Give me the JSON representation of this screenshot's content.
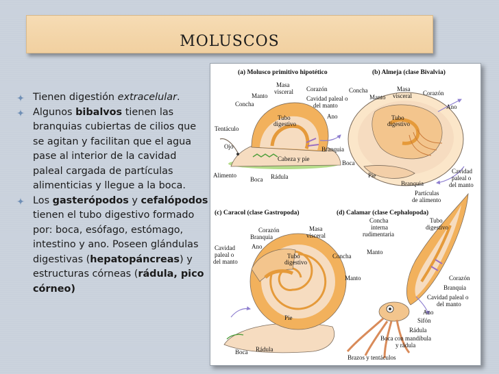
{
  "slide": {
    "title": "MOLUSCOS",
    "bullets": [
      {
        "parts": [
          {
            "t": "Tienen digestión ",
            "s": "n"
          },
          {
            "t": "extracelular",
            "s": "i"
          },
          {
            "t": ".",
            "s": "n"
          }
        ]
      },
      {
        "parts": [
          {
            "t": "Algunos ",
            "s": "n"
          },
          {
            "t": "bibalvos",
            "s": "b"
          },
          {
            "t": " tienen las branquias cubiertas de cilios que se agitan y facilitan que el agua pase al interior de la cavidad paleal cargada de partículas alimenticias y llegue a la boca.",
            "s": "n"
          }
        ]
      },
      {
        "parts": [
          {
            "t": "Los ",
            "s": "n"
          },
          {
            "t": "gasterópodos",
            "s": "b"
          },
          {
            "t": " y ",
            "s": "n"
          },
          {
            "t": "cefalópodos",
            "s": "b"
          },
          {
            "t": " tienen el tubo digestivo formado por: boca, esófago, estómago, intestino y ano. Poseen glándulas digestivas (",
            "s": "n"
          },
          {
            "t": "hepatopáncreas",
            "s": "b"
          },
          {
            "t": ") y estructuras córneas (",
            "s": "n"
          },
          {
            "t": "rádula, pico córneo)",
            "s": "b"
          }
        ]
      }
    ]
  },
  "figure": {
    "panels": {
      "a": "(a) Molusco primitivo hipotético",
      "b": "(b) Almeja (clase Bivalvia)",
      "c": "(c) Caracol (clase Gastropoda)",
      "d": "(d) Calamar (clase Cephalopoda)"
    },
    "labels_a": {
      "manto": "Manto",
      "masa": "Masa",
      "visceral": "visceral",
      "corazon": "Corazón",
      "concha": "Concha",
      "cavidad1": "Cavidad paleal o",
      "cavidad2": "del manto",
      "tubo1": "Tubo",
      "tubo2": "digestivo",
      "ano": "Ano",
      "tentaculo": "Tentáculo",
      "ojo": "Ojo",
      "branquia": "Branquia",
      "cabeza": "Cabeza y pie",
      "alimento": "Alimento",
      "boca": "Boca",
      "radula": "Rádula"
    },
    "labels_b": {
      "concha": "Concha",
      "manto": "Manto",
      "masa": "Masa",
      "visceral": "visceral",
      "corazon": "Corazón",
      "ano": "Ano",
      "tubo1": "Tubo",
      "tubo2": "digestivo",
      "boca": "Boca",
      "pie": "Pie",
      "branquia": "Branquia",
      "cav1": "Cavidad",
      "cav2": "paleal o",
      "cav3": "del manto",
      "part1": "Partículas",
      "part2": "de alimento"
    },
    "labels_c": {
      "corazon": "Corazón",
      "branquia": "Branquia",
      "masa": "Masa",
      "visceral": "visceral",
      "ano": "Ano",
      "cav1": "Cavidad",
      "cav2": "paleal o",
      "cav3": "del manto",
      "tubo1": "Tubo",
      "tubo2": "digestivo",
      "concha": "Concha",
      "manto": "Manto",
      "pie": "Pie",
      "boca": "Boca",
      "radula": "Rádula"
    },
    "labels_d": {
      "concha1": "Concha",
      "concha2": "interna",
      "concha3": "rudimentaria",
      "tubo1": "Tubo",
      "tubo2": "digestivo",
      "manto": "Manto",
      "corazon": "Corazón",
      "branquia": "Branquia",
      "cav1": "Cavidad paleal o",
      "cav2": "del manto",
      "ano": "Ano",
      "sifon": "Sifón",
      "radula": "Rádula",
      "bocam1": "Boca con mandíbula",
      "bocam2": "y rádula",
      "brazos": "Brazos y tentáculos"
    }
  },
  "colors": {
    "title_bg": "#f1d0a0",
    "slide_bg": "#c9d1dc",
    "bullet": "#6f8fb5",
    "shell": "#f2b15c",
    "body": "#f6dcc0",
    "gut": "#e59a3a",
    "foot": "#f3cfa8",
    "food": "#b5dc8a"
  }
}
